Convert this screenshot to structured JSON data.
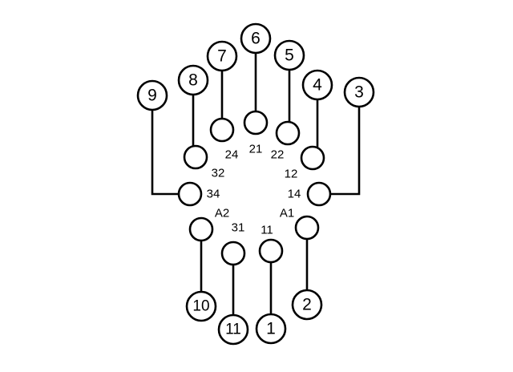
{
  "colors": {
    "line": "#000000",
    "background": "#ffffff"
  },
  "terminals": [
    {
      "number": "1",
      "pin": "11"
    },
    {
      "number": "2",
      "pin": "A1"
    },
    {
      "number": "3",
      "pin": "14"
    },
    {
      "number": "4",
      "pin": "12"
    },
    {
      "number": "5",
      "pin": "22"
    },
    {
      "number": "6",
      "pin": "21"
    },
    {
      "number": "7",
      "pin": "24"
    },
    {
      "number": "8",
      "pin": "32"
    },
    {
      "number": "9",
      "pin": "34"
    },
    {
      "number": "10",
      "pin": "A2"
    },
    {
      "number": "11",
      "pin": "31"
    }
  ]
}
